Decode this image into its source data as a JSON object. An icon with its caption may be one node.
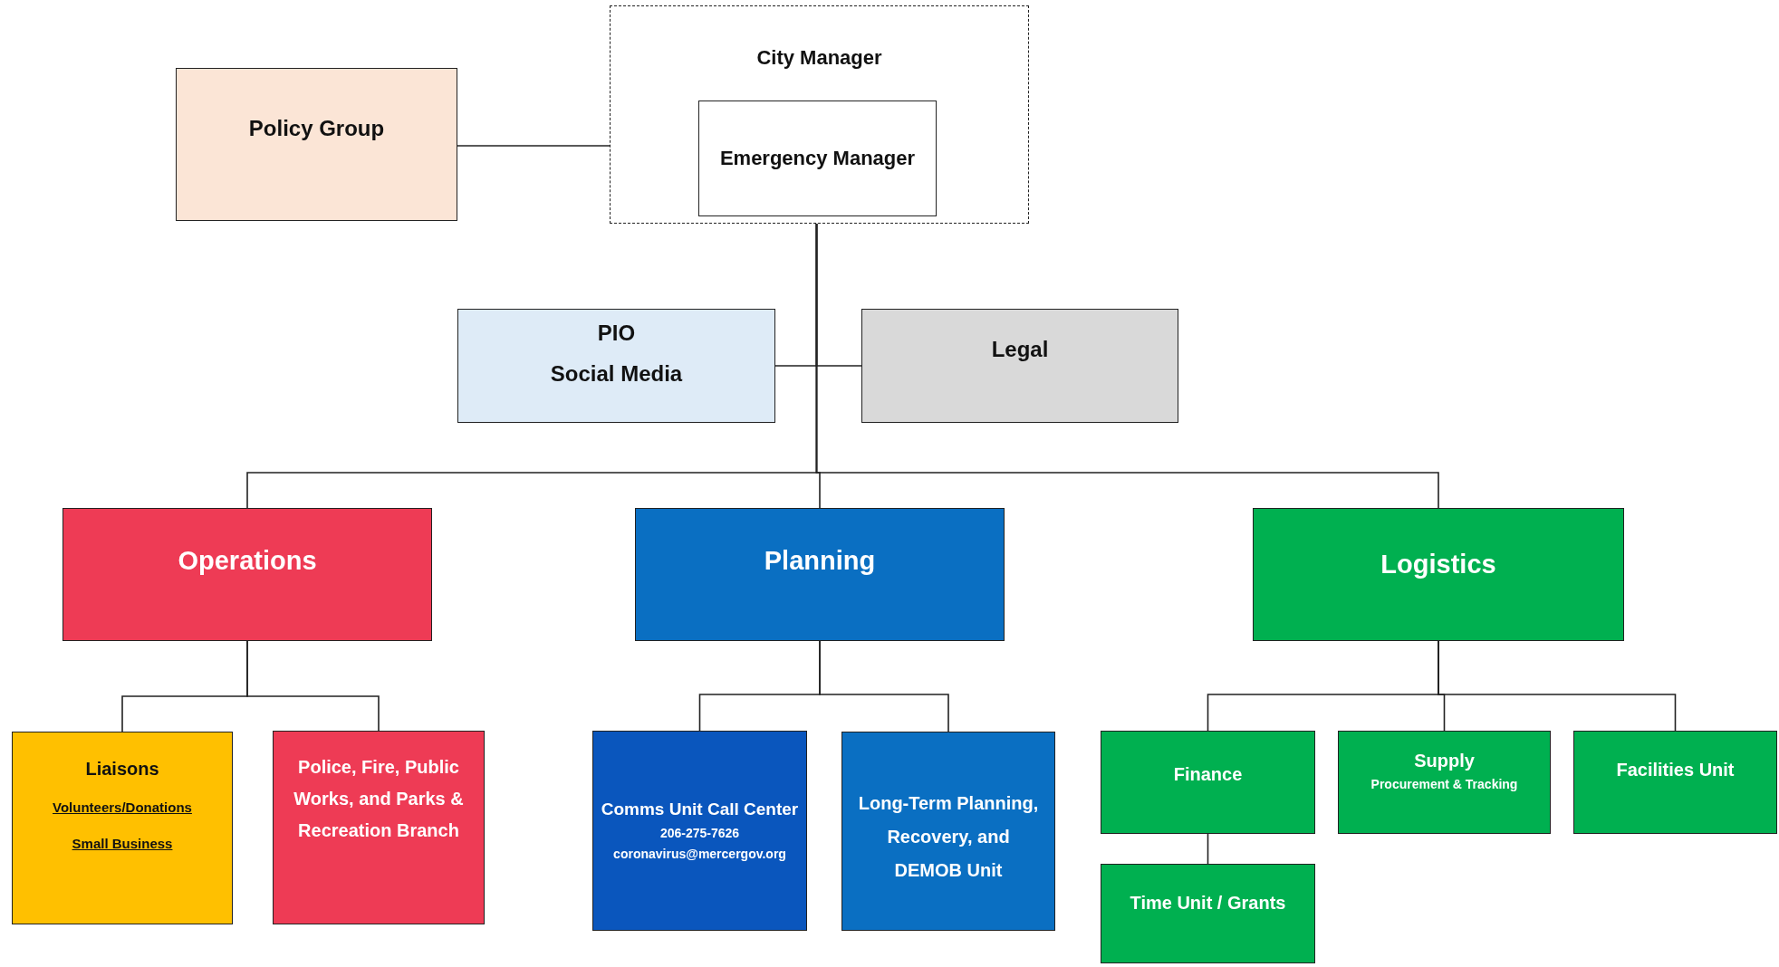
{
  "diagram": {
    "nodes": [
      {
        "text": [
          "City Manager"
        ]
      },
      {
        "text": [
          "Emergency Manager"
        ],
        "in": 0
      },
      {
        "text": [
          "Policy Group"
        ]
      },
      {
        "text": [
          "PIO",
          "Social Media"
        ]
      },
      {
        "text": [
          "Legal"
        ]
      },
      {
        "text": [
          "Operations"
        ]
      },
      {
        "text": [
          "Planning"
        ]
      },
      {
        "text": [
          "Logistics"
        ]
      },
      {
        "text": [
          "Liaisons",
          "Volunteers/Donations",
          "Small Business"
        ]
      },
      {
        "text": [
          "Police, Fire, Public Works, and Parks & Recreation Branch"
        ]
      },
      {
        "text": [
          "Comms Unit Call Center",
          "206-275-7626",
          "coronavirus@mercergov.org"
        ]
      },
      {
        "text": [
          "Long-Term Planning, Recovery, and DEMOB Unit"
        ]
      },
      {
        "text": [
          "Finance"
        ]
      },
      {
        "text": [
          "Supply",
          "Procurement & Tracking"
        ]
      },
      {
        "text": [
          "Facilities Unit"
        ]
      },
      {
        "text": [
          "Time Unit / Grants"
        ]
      }
    ],
    "edges": [
      {
        "from": 2,
        "to": 0,
        "arrow": "none"
      },
      {
        "from": 1,
        "to": 3,
        "arrow": "none"
      },
      {
        "from": 1,
        "to": 4,
        "arrow": "none"
      },
      {
        "from": 1,
        "to": 5,
        "arrow": "none"
      },
      {
        "from": 1,
        "to": 6,
        "arrow": "none"
      },
      {
        "from": 1,
        "to": 7,
        "arrow": "none"
      },
      {
        "from": 5,
        "to": 8,
        "arrow": "none"
      },
      {
        "from": 5,
        "to": 9,
        "arrow": "none"
      },
      {
        "from": 6,
        "to": 10,
        "arrow": "none"
      },
      {
        "from": 6,
        "to": 11,
        "arrow": "none"
      },
      {
        "from": 7,
        "to": 12,
        "arrow": "none"
      },
      {
        "from": 7,
        "to": 13,
        "arrow": "none"
      },
      {
        "from": 7,
        "to": 14,
        "arrow": "none"
      },
      {
        "from": 12,
        "to": 15,
        "arrow": "none"
      }
    ]
  }
}
